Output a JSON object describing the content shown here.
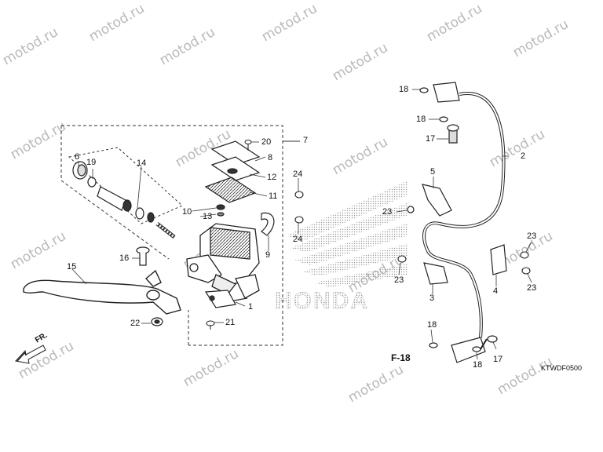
{
  "watermark": "motod.ru",
  "diagram_code": "KTWDF0500",
  "section_ref": "F-18",
  "direction": "FR.",
  "logo_text": "HONDA",
  "callouts": {
    "c1": "1",
    "c2": "2",
    "c3": "3",
    "c4": "4",
    "c5": "5",
    "c6": "6",
    "c7": "7",
    "c8": "8",
    "c9": "9",
    "c10": "10",
    "c11": "11",
    "c12": "12",
    "c13": "13",
    "c14": "14",
    "c15": "15",
    "c16": "16",
    "c17a": "17",
    "c17b": "17",
    "c18a": "18",
    "c18b": "18",
    "c18c": "18",
    "c18d": "18",
    "c19": "19",
    "c20": "20",
    "c21": "21",
    "c22": "22",
    "c23a": "23",
    "c23b": "23",
    "c23c": "23",
    "c23d": "23",
    "c24a": "24",
    "c24b": "24"
  }
}
